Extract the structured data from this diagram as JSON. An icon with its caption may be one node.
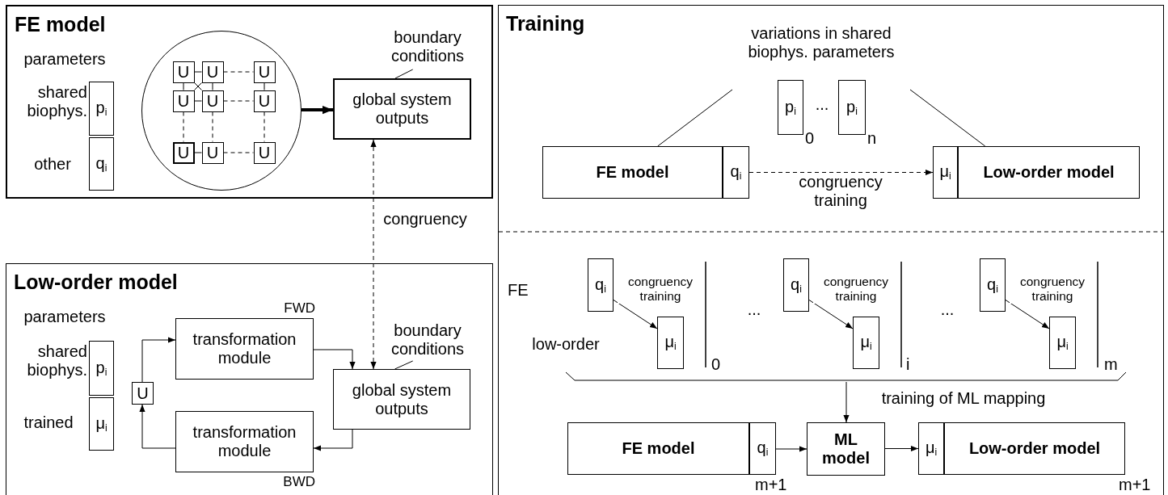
{
  "diagram": {
    "nodes": [
      {
        "text": [
          "FE model"
        ]
      },
      {
        "text": [
          "p$_{i}$"
        ],
        "in": 0,
        "beside": [
          "shared biophys."
        ]
      },
      {
        "text": [
          "q$_{i}$"
        ],
        "in": 0,
        "beside": [
          "other"
        ]
      },
      {
        "text": [],
        "shape": "circle",
        "in": 0
      },
      {
        "text": [
          "U"
        ],
        "in": 3
      },
      {
        "text": [
          "U"
        ],
        "in": 3
      },
      {
        "text": [
          "U"
        ],
        "in": 3
      },
      {
        "text": [
          "U"
        ],
        "in": 3
      },
      {
        "text": [
          "U"
        ],
        "in": 3
      },
      {
        "text": [
          "U"
        ],
        "in": 3
      },
      {
        "text": [
          "U"
        ],
        "in": 3
      },
      {
        "text": [
          "U"
        ],
        "in": 3
      },
      {
        "text": [
          "U"
        ],
        "in": 3
      },
      {
        "text": [
          "boundary conditions"
        ],
        "in": 0
      },
      {
        "text": [
          "global system outputs"
        ],
        "in": 0
      },
      {
        "text": [
          "Low-order model"
        ]
      },
      {
        "text": [
          "p$_{i}$"
        ],
        "in": 15,
        "beside": [
          "shared biophys."
        ]
      },
      {
        "text": [
          "μ$_{i}$"
        ],
        "in": 15,
        "beside": [
          "trained"
        ]
      },
      {
        "text": [
          "U"
        ],
        "in": 15
      },
      {
        "text": [
          "transformation module"
        ],
        "in": 15,
        "beside": [
          "FWD"
        ]
      },
      {
        "text": [
          "transformation module"
        ],
        "in": 15,
        "beside": [
          "BWD"
        ]
      },
      {
        "text": [
          "boundary conditions"
        ],
        "in": 15
      },
      {
        "text": [
          "global system outputs"
        ],
        "in": 15
      },
      {
        "text": [
          "Training"
        ]
      },
      {
        "text": [
          "variations in shared biophys. parameters"
        ],
        "in": 23
      },
      {
        "text": [
          "p$_{i}$"
        ],
        "in": 23,
        "beside": [
          "0"
        ]
      },
      {
        "text": [
          "p$_{i}$"
        ],
        "in": 23,
        "beside": [
          "n"
        ]
      },
      {
        "text": [
          "FE model"
        ],
        "in": 23
      },
      {
        "text": [
          "q$_{i}$"
        ],
        "in": 23
      },
      {
        "text": [
          "μ$_{i}$"
        ],
        "in": 23
      },
      {
        "text": [
          "Low-order model"
        ],
        "in": 23
      },
      {
        "text": [
          "q$_{i}$"
        ],
        "in": 23
      },
      {
        "text": [
          "μ$_{i}$"
        ],
        "in": 23
      },
      {
        "text": [
          "q$_{i}$"
        ],
        "in": 23
      },
      {
        "text": [
          "μ$_{i}$"
        ],
        "in": 23
      },
      {
        "text": [
          "q$_{i}$"
        ],
        "in": 23
      },
      {
        "text": [
          "μ$_{i}$"
        ],
        "in": 23
      },
      {
        "text": [
          "FE model"
        ],
        "in": 23
      },
      {
        "text": [
          "q$_{i}$"
        ],
        "in": 23,
        "beside": [
          "m+1"
        ]
      },
      {
        "text": [
          "ML model"
        ],
        "in": 23
      },
      {
        "text": [
          "μ$_{i}$"
        ],
        "in": 23
      },
      {
        "text": [
          "Low-order model"
        ],
        "in": 23,
        "beside": [
          "m+1"
        ]
      }
    ],
    "edges": [
      {
        "from": 4,
        "to": 5,
        "arrow": "none"
      },
      {
        "from": 5,
        "to": 6,
        "arrow": "none",
        "style": "dashed"
      },
      {
        "from": 7,
        "to": 8,
        "arrow": "none"
      },
      {
        "from": 8,
        "to": 9,
        "arrow": "none",
        "style": "dashed"
      },
      {
        "from": 10,
        "to": 11,
        "arrow": "none"
      },
      {
        "from": 11,
        "to": 12,
        "arrow": "none",
        "style": "dashed"
      },
      {
        "from": 4,
        "to": 7,
        "arrow": "none"
      },
      {
        "from": 7,
        "to": 10,
        "arrow": "none",
        "style": "dashed"
      },
      {
        "from": 5,
        "to": 8,
        "arrow": "none"
      },
      {
        "from": 8,
        "to": 11,
        "arrow": "none",
        "style": "dashed"
      },
      {
        "from": 6,
        "to": 9,
        "arrow": "none"
      },
      {
        "from": 9,
        "to": 12,
        "arrow": "none",
        "style": "dashed"
      },
      {
        "from": 4,
        "to": 8,
        "arrow": "none"
      },
      {
        "from": 5,
        "to": 7,
        "arrow": "none"
      },
      {
        "from": 3,
        "to": 14,
        "arrow": "to",
        "style": "thick"
      },
      {
        "from": 13,
        "to": 14,
        "arrow": "none"
      },
      {
        "from": 14,
        "to": 22,
        "arrow": "both",
        "style": "dashed",
        "label": "congruency"
      },
      {
        "from": 21,
        "to": 22,
        "arrow": "none"
      },
      {
        "from": 18,
        "to": 19,
        "arrow": "to"
      },
      {
        "from": 19,
        "to": 22,
        "arrow": "to"
      },
      {
        "from": 22,
        "to": 20,
        "arrow": "to"
      },
      {
        "from": 20,
        "to": 18,
        "arrow": "to"
      },
      {
        "from": 24,
        "to": 27,
        "arrow": "none"
      },
      {
        "from": 24,
        "to": 30,
        "arrow": "none"
      },
      {
        "from": 28,
        "to": 29,
        "arrow": "to",
        "style": "dashed",
        "label": "congruency training"
      },
      {
        "from": 31,
        "to": 32,
        "arrow": "to",
        "label": "congruency training"
      },
      {
        "from": 33,
        "to": 34,
        "arrow": "to",
        "label": "congruency training"
      },
      {
        "from": 35,
        "to": 36,
        "arrow": "to",
        "label": "congruency training"
      },
      {
        "from": null,
        "to": 39,
        "arrow": "to",
        "label": "training of ML mapping"
      },
      {
        "from": 38,
        "to": 39,
        "arrow": "to"
      },
      {
        "from": 39,
        "to": 40,
        "arrow": "to"
      }
    ],
    "labels": [
      "parameters",
      "...",
      "parameters",
      "FE",
      "...",
      "...",
      "low-order",
      "0",
      "i",
      "m"
    ]
  }
}
